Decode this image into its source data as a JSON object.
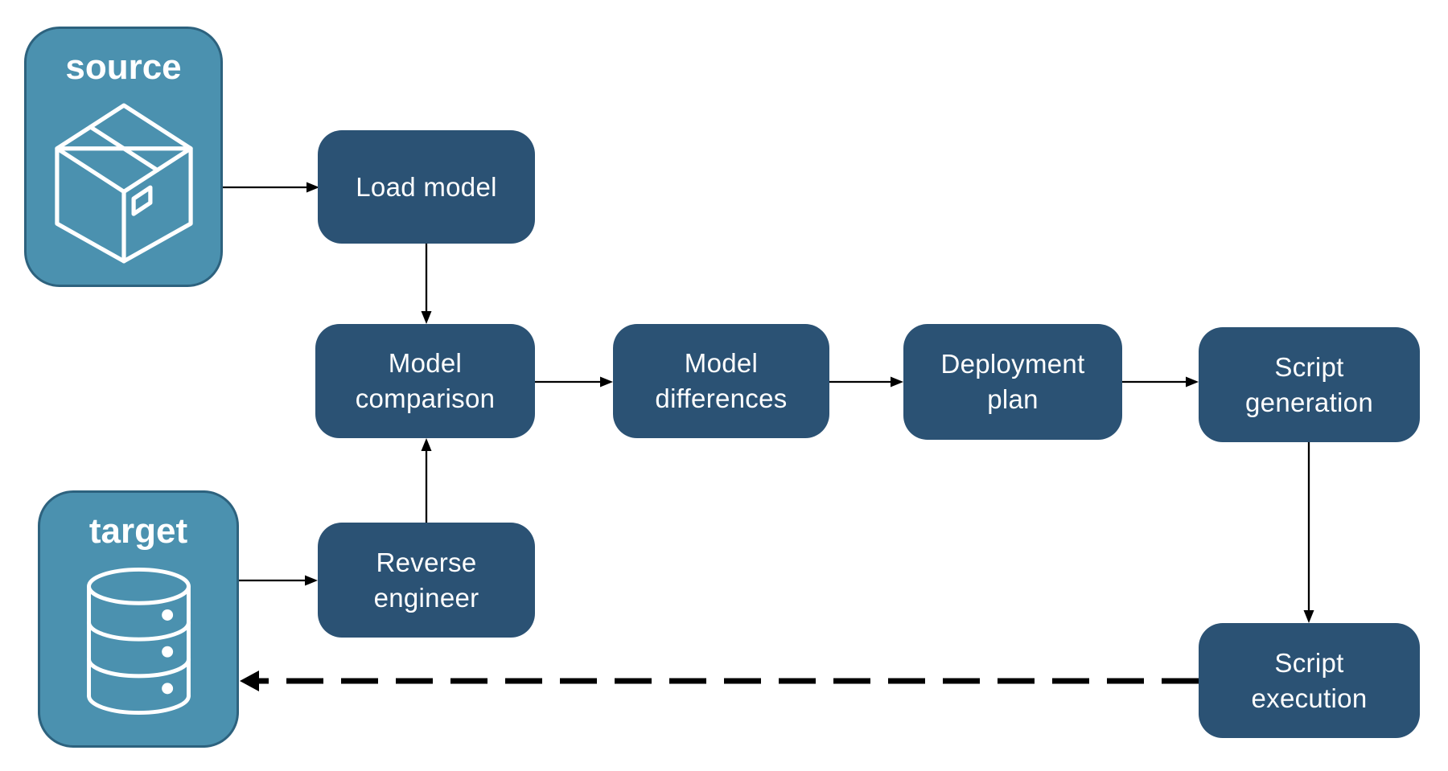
{
  "diagram": {
    "endpoints": [
      {
        "id": "source",
        "label": "source",
        "icon": "package-icon"
      },
      {
        "id": "target",
        "label": "target",
        "icon": "database-icon"
      }
    ],
    "steps": [
      {
        "id": "load-model",
        "label": "Load model"
      },
      {
        "id": "model-comparison",
        "label": "Model\ncomparison"
      },
      {
        "id": "model-differences",
        "label": "Model\ndifferences"
      },
      {
        "id": "deployment-plan",
        "label": "Deployment\nplan"
      },
      {
        "id": "script-generation",
        "label": "Script\ngeneration"
      },
      {
        "id": "reverse-engineer",
        "label": "Reverse\nengineer"
      },
      {
        "id": "script-execution",
        "label": "Script\nexecution"
      }
    ],
    "edges": [
      {
        "from": "source",
        "to": "load-model",
        "style": "solid"
      },
      {
        "from": "load-model",
        "to": "model-comparison",
        "style": "solid"
      },
      {
        "from": "target",
        "to": "reverse-engineer",
        "style": "solid"
      },
      {
        "from": "reverse-engineer",
        "to": "model-comparison",
        "style": "solid"
      },
      {
        "from": "model-comparison",
        "to": "model-differences",
        "style": "solid"
      },
      {
        "from": "model-differences",
        "to": "deployment-plan",
        "style": "solid"
      },
      {
        "from": "deployment-plan",
        "to": "script-generation",
        "style": "solid"
      },
      {
        "from": "script-generation",
        "to": "script-execution",
        "style": "solid"
      },
      {
        "from": "script-execution",
        "to": "target",
        "style": "dashed"
      }
    ],
    "colors": {
      "endpoint_fill": "#4b91af",
      "endpoint_border": "#2d627e",
      "node_fill": "#2b5274",
      "text": "#ffffff",
      "arrow": "#000000",
      "background": "#ffffff"
    }
  }
}
